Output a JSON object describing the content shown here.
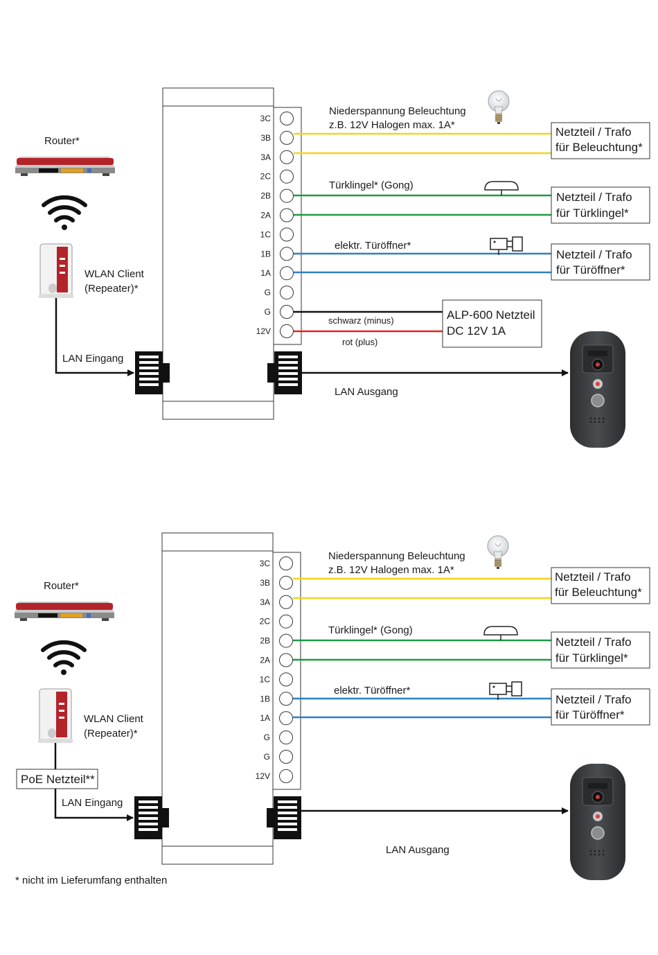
{
  "colors": {
    "yellow": "#f2d51a",
    "green": "#1e9a43",
    "blue": "#2f7fc0",
    "red": "#e02424",
    "black": "#111111",
    "camera": "#3b3e40",
    "router_red": "#b3242a"
  },
  "terminals": [
    "3C",
    "3B",
    "3A",
    "2C",
    "2B",
    "2A",
    "1C",
    "1B",
    "1A",
    "G",
    "G",
    "12V"
  ],
  "top": {
    "router_label": "Router*",
    "client_label_1": "WLAN Client",
    "client_label_2": "(Repeater)*",
    "lan_in": "LAN Eingang",
    "lan_out": "LAN Ausgang",
    "lighting_1": "Niederspannung Beleuchtung",
    "lighting_2": "z.B. 12V Halogen max. 1A*",
    "bell": "Türklingel* (Gong)",
    "opener": "elektr. Türöffner*",
    "psu_light_1": "Netzteil / Trafo",
    "psu_light_2": "für Beleuchtung*",
    "psu_bell_1": "Netzteil / Trafo",
    "psu_bell_2": "für Türklingel*",
    "psu_opener_1": "Netzteil / Trafo",
    "psu_opener_2": "für Türöffner*",
    "minus": "schwarz (minus)",
    "plus": "rot (plus)",
    "alp_1": "ALP-600 Netzteil",
    "alp_2": "DC 12V 1A"
  },
  "bottom": {
    "router_label": "Router*",
    "client_label_1": "WLAN Client",
    "client_label_2": "(Repeater)*",
    "poe": "PoE Netzteil**",
    "lan_in": "LAN Eingang",
    "lan_out": "LAN Ausgang",
    "lighting_1": "Niederspannung Beleuchtung",
    "lighting_2": "z.B. 12V Halogen max. 1A*",
    "bell": "Türklingel* (Gong)",
    "opener": "elektr. Türöffner*",
    "psu_light_1": "Netzteil / Trafo",
    "psu_light_2": "für Beleuchtung*",
    "psu_bell_1": "Netzteil / Trafo",
    "psu_bell_2": "für Türklingel*",
    "psu_opener_1": "Netzteil / Trafo",
    "psu_opener_2": "für Türöffner*"
  },
  "footnote": "* nicht im Lieferumfang enthalten"
}
